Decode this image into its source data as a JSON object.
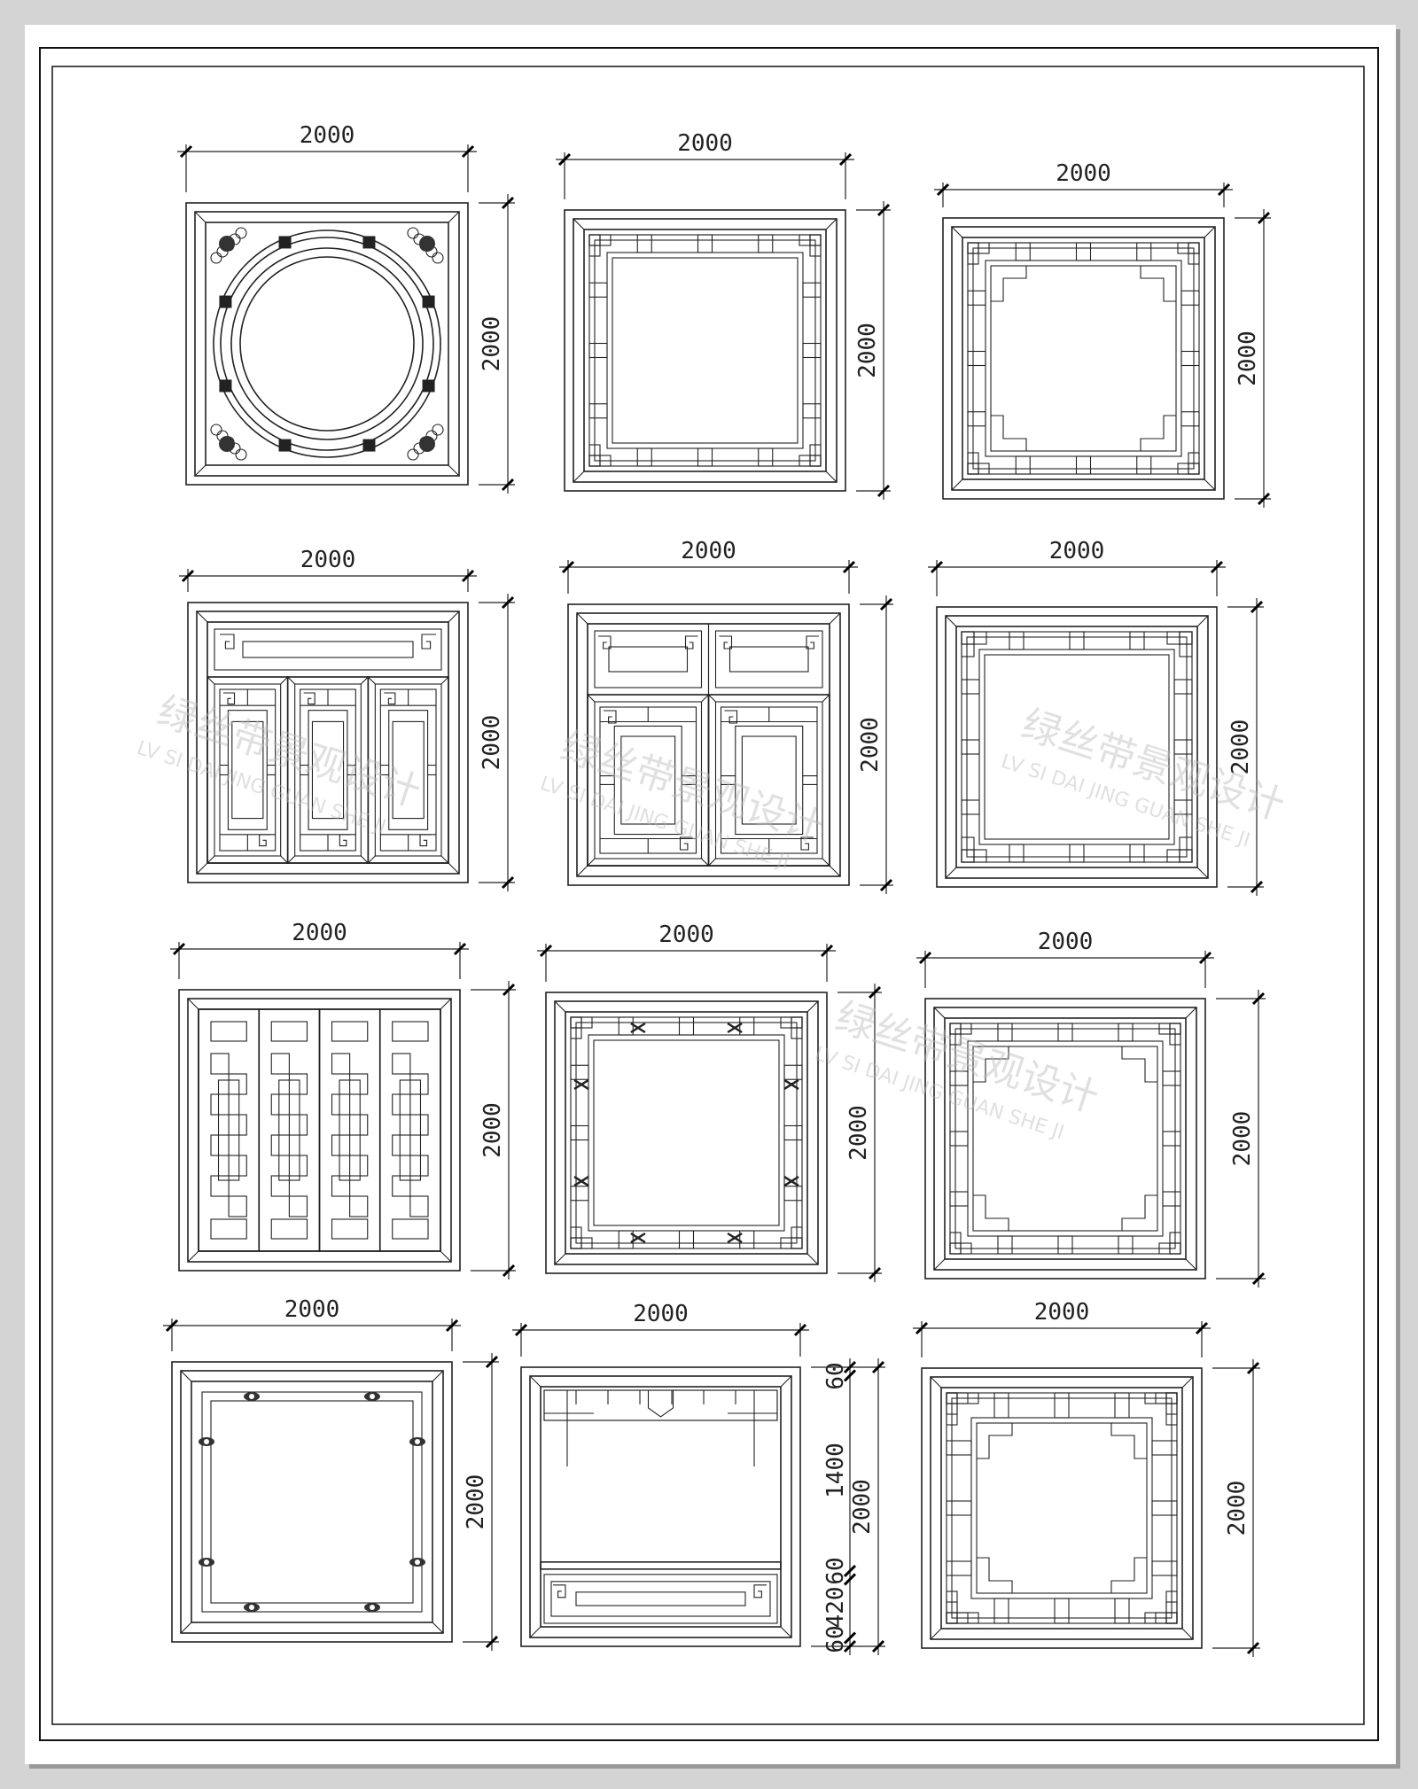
{
  "drawing": {
    "watermark": {
      "cn": "绿丝带景观设计",
      "pinyin": "LV SI DAI JING GUAN SHE JI"
    },
    "panels": [
      {
        "id": 1,
        "pattern": "circle",
        "width_label": "2000",
        "height_label": "2000"
      },
      {
        "id": 2,
        "pattern": "lattice-simple",
        "width_label": "2000",
        "height_label": "2000"
      },
      {
        "id": 3,
        "pattern": "lattice-stepped",
        "width_label": "2000",
        "height_label": "2000"
      },
      {
        "id": 4,
        "pattern": "three-leaf",
        "width_label": "2000",
        "height_label": "2000"
      },
      {
        "id": 5,
        "pattern": "two-leaf",
        "width_label": "2000",
        "height_label": "2000"
      },
      {
        "id": 6,
        "pattern": "lattice-corner",
        "width_label": "2000",
        "height_label": "2000"
      },
      {
        "id": 7,
        "pattern": "four-leaf",
        "width_label": "2000",
        "height_label": "2000"
      },
      {
        "id": 8,
        "pattern": "lattice-flower",
        "width_label": "2000",
        "height_label": "2000"
      },
      {
        "id": 9,
        "pattern": "lattice-stepped",
        "width_label": "2000",
        "height_label": "2000"
      },
      {
        "id": 10,
        "pattern": "frame-ornament",
        "width_label": "2000",
        "height_label": "2000"
      },
      {
        "id": 11,
        "pattern": "split-transom",
        "width_label": "2000",
        "height_label": "2000",
        "sub_dims": [
          "60",
          "1400",
          "60",
          "420",
          "60"
        ]
      },
      {
        "id": 12,
        "pattern": "lattice-dense",
        "width_label": "2000",
        "height_label": "2000"
      }
    ]
  }
}
